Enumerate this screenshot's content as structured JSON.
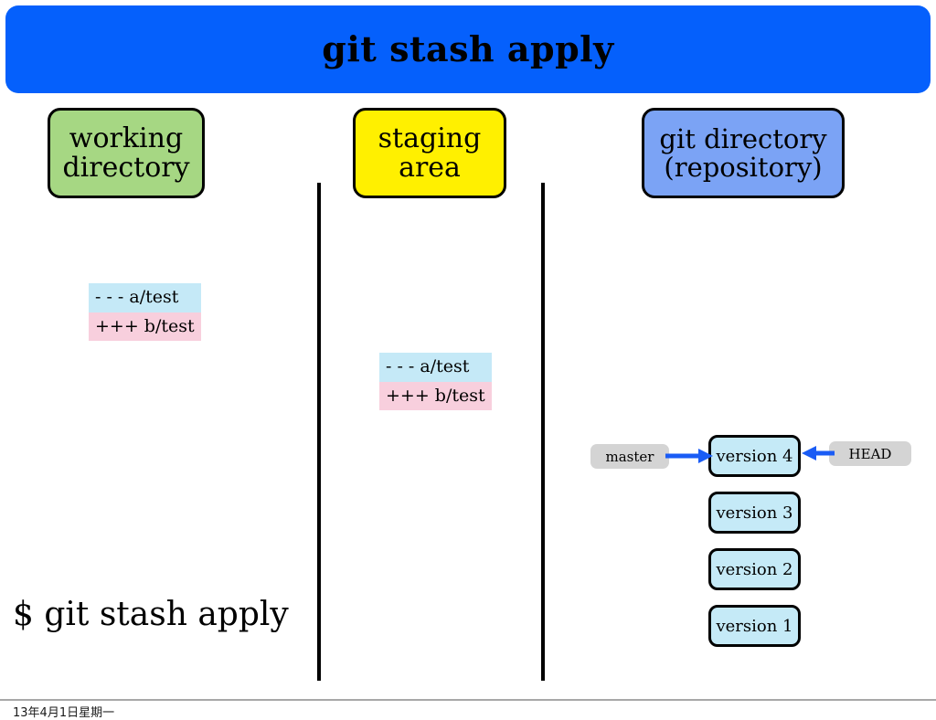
{
  "slide": {
    "title": "git stash apply",
    "title_banner_color": "#0560fc",
    "footer_date": "13年4月1日星期一"
  },
  "columns": [
    {
      "id": "working-directory",
      "line1": "working",
      "line2": "directory",
      "color": "#a6d783"
    },
    {
      "id": "staging-area",
      "line1": "staging",
      "line2": "area",
      "color": "#fff000"
    },
    {
      "id": "git-directory",
      "line1": "git directory",
      "line2": "(repository)",
      "color": "#7ba3f5"
    }
  ],
  "diffs": {
    "working": {
      "minus": "- - - a/test",
      "plus": "+++ b/test",
      "minus_color": "#c5e9f7",
      "plus_color": "#f8cfdd"
    },
    "staging": {
      "minus": "- - - a/test",
      "plus": "+++ b/test",
      "minus_color": "#c5e9f7",
      "plus_color": "#f8cfdd"
    }
  },
  "commits": [
    {
      "label": "version 4"
    },
    {
      "label": "version 3"
    },
    {
      "label": "version 2"
    },
    {
      "label": "version 1"
    }
  ],
  "refs": {
    "branch": "master",
    "head": "HEAD",
    "pill_color": "#d4d4d4",
    "arrow_color": "#1a5cf5"
  },
  "command": {
    "text": "$ git stash apply"
  }
}
